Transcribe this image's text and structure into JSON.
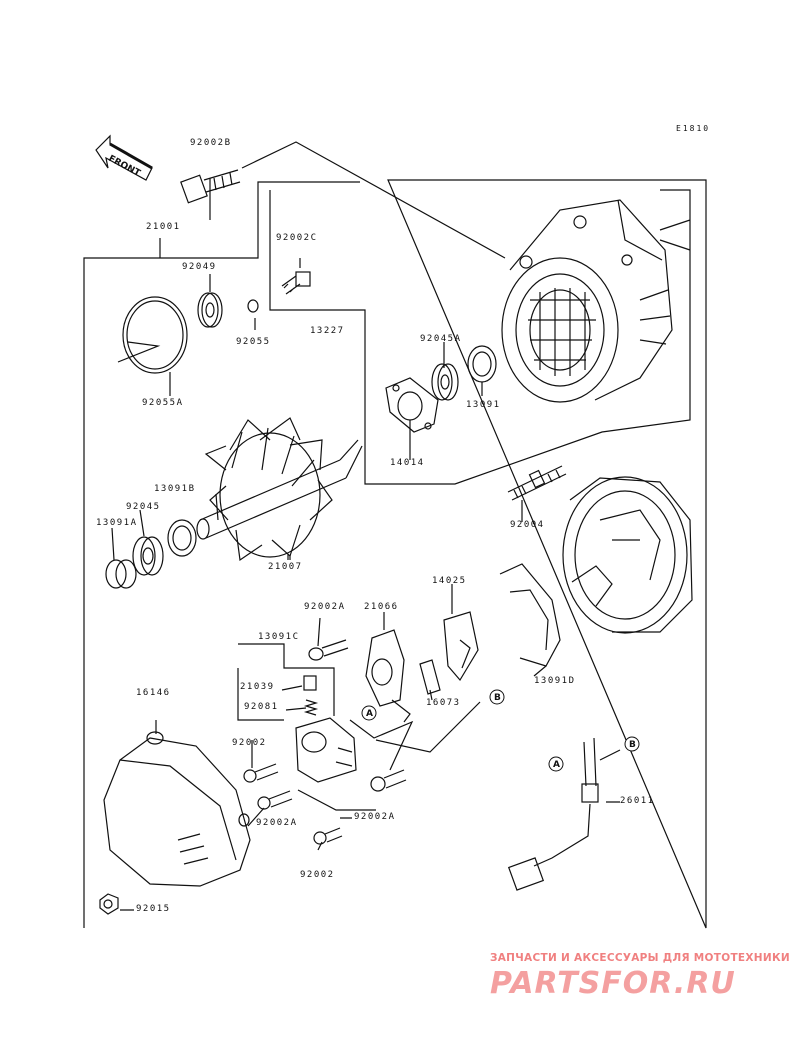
{
  "diagram": {
    "reference_code": "E1810",
    "front_marker": "FRONT",
    "callouts": {
      "a": "A",
      "b": "B"
    },
    "parts": {
      "p92002B": "92002B",
      "p21001": "21001",
      "p92049": "92049",
      "p92055": "92055",
      "p92055A": "92055A",
      "p92002C": "92002C",
      "p13227": "13227",
      "p92045A": "92045A",
      "p13091": "13091",
      "p14014": "14014",
      "p13091B": "13091B",
      "p92045": "92045",
      "p13091A": "13091A",
      "p21007": "21007",
      "p92004": "92004",
      "p14025": "14025",
      "p92002A_1": "92002A",
      "p21066": "21066",
      "p13091C": "13091C",
      "p21039": "21039",
      "p92081": "92081",
      "p16073": "16073",
      "p13091D": "13091D",
      "p16146": "16146",
      "p92002_1": "92002",
      "p92002A_2": "92002A",
      "p92002A_3": "92002A",
      "p92002_2": "92002",
      "p92015": "92015",
      "p26011": "26011"
    }
  },
  "watermark": {
    "tagline": "ЗАПЧАСТИ И АКСЕССУАРЫ ДЛЯ МОТОТЕХНИКИ",
    "logo": "PARTSFOR.RU",
    "color": "#f08080"
  }
}
